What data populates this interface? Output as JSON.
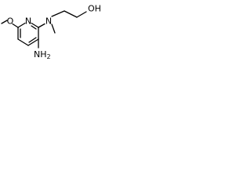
{
  "molecule": {
    "atoms": {
      "methoxy_oxygen": "O",
      "ring_nitrogen": "N",
      "amine_nitrogen": "N",
      "amino_group": "NH",
      "amino_subscript": "2",
      "hydroxyl": "OH"
    }
  }
}
